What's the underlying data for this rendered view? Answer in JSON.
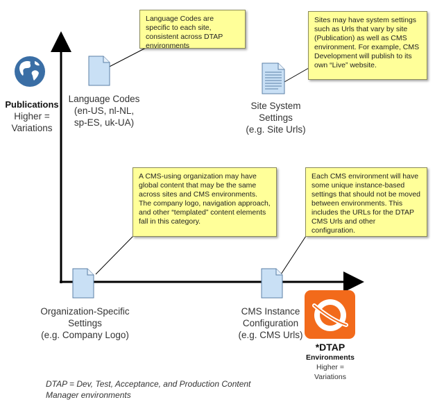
{
  "y_axis": {
    "title": "Publications",
    "subtitle_line1": "Higher =",
    "subtitle_line2": "Variations"
  },
  "x_axis": {
    "title": "*DTAP",
    "subtitle": "Environments",
    "sub_line1": "Higher =",
    "sub_line2": "Variations"
  },
  "notes": {
    "language_codes": "Language Codes are specific to each site, consistent across DTAP environments",
    "site_settings": "Sites may have system settings such as Urls that vary by site (Publication) as well as CMS environment. For example, CMS Development will publish to its own “Live” website.",
    "org_settings": "A CMS-using organization may have global content that may be the same across sites and CMS environments. The company logo, navigation approach, and other “templated” content elements fall in this category.",
    "cms_instance": "Each CMS environment will have some unique instance-based settings that should not be moved between environments. This includes the URLs for the DTAP CMS Urls and other configuration."
  },
  "labels": {
    "language_codes": {
      "l1": "Language Codes",
      "l2": "(en-US, nl-NL,",
      "l3": "sp-ES, uk-UA)"
    },
    "site_settings": {
      "l1": "Site System",
      "l2": "Settings",
      "l3": "(e.g. Site Urls)"
    },
    "org_settings": {
      "l1": "Organization-Specific",
      "l2": "Settings",
      "l3": "(e.g. Company Logo)"
    },
    "cms_instance": {
      "l1": "CMS Instance",
      "l2": "Configuration",
      "l3": "(e.g. CMS Urls)"
    }
  },
  "footnote": {
    "line1": "DTAP = Dev, Test, Acceptance, and Production Content",
    "line2": "Manager environments"
  },
  "icons": {
    "globe": "globe-icon",
    "dtap_logo": "cms-logo-icon",
    "document": "document-icon",
    "accent_blue": "#3a6ea5",
    "accent_orange": "#f26a1b",
    "note_yellow": "#ffff99"
  }
}
